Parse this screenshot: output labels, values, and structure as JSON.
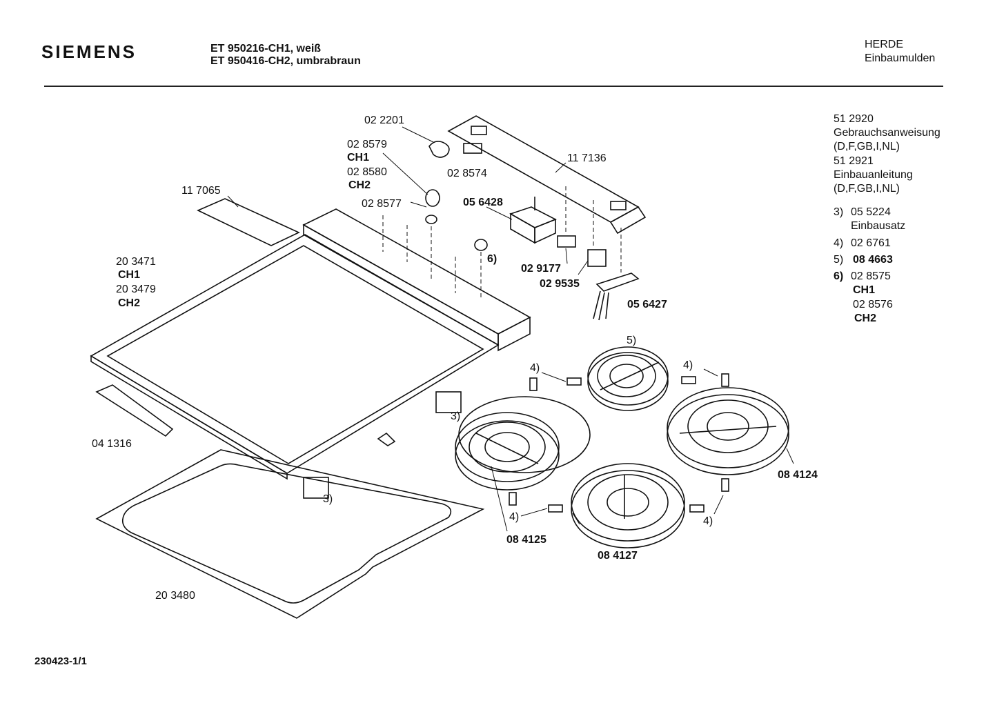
{
  "header": {
    "brand": "SIEMENS",
    "model_line_1": "ET 950216-CH1, weiß",
    "model_line_2": "ET 950416-CH2, umbrabraun",
    "category": "HERDE",
    "subcategory": "Einbaumulden"
  },
  "side_notes": {
    "doc1_number": "51 2920",
    "doc1_name": "Gebrauchsanweisung",
    "doc1_langs": "(D,F,GB,I,NL)",
    "doc2_number": "51 2921",
    "doc2_name": "Einbauanleitung",
    "doc2_langs": "(D,F,GB,I,NL)",
    "note3_ref": "3)",
    "note3_part": "05 5224",
    "note3_name": "Einbausatz",
    "note4_ref": "4)",
    "note4_part": "02 6761",
    "note5_ref": "5)",
    "note5_part": "08 4663",
    "note6_ref": "6)",
    "note6_part_ch1": "02 8575",
    "note6_variant_ch1": "CH1",
    "note6_part_ch2": "02 8576",
    "note6_variant_ch2": "CH2"
  },
  "labels": {
    "p022201": "02 2201",
    "p028579": "02 8579",
    "ch1_knob": "CH1",
    "p028580": "02 8580",
    "ch2_knob": "CH2",
    "p028574": "02 8574",
    "p117136": "11 7136",
    "p117065": "11 7065",
    "p028577": "02 8577",
    "p056428": "05 6428",
    "note6": "6)",
    "p203471": "20 3471",
    "ch1_top": "CH1",
    "p203479": "20 3479",
    "ch2_top": "CH2",
    "p029177": "02 9177",
    "p029535": "02 9535",
    "p056427": "05 6427",
    "note5": "5)",
    "note4_a": "4)",
    "note4_b": "4)",
    "note4_c": "4)",
    "note4_d": "4)",
    "note3_a": "3)",
    "note3_b": "3)",
    "p041316": "04 1316",
    "p084124": "08 4124",
    "p084125": "08 4125",
    "p084127": "08 4127",
    "p203480": "20 3480"
  },
  "footer": {
    "drawing_number": "230423-1/1"
  }
}
